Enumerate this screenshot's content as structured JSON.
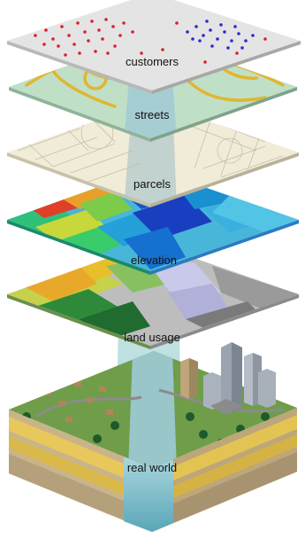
{
  "layers": [
    {
      "label": "customers"
    },
    {
      "label": "streets"
    },
    {
      "label": "parcels"
    },
    {
      "label": "elevation"
    },
    {
      "label": "land usage"
    },
    {
      "label": "real world"
    }
  ]
}
